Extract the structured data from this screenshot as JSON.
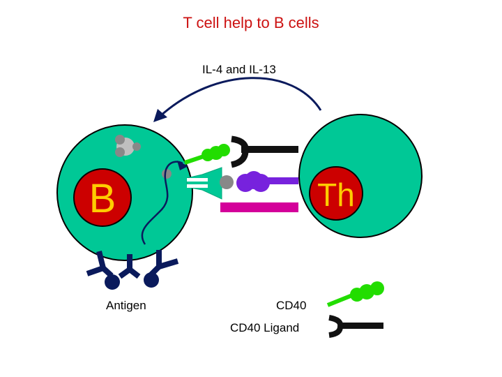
{
  "title": "T cell help to B cells",
  "cytokine_label": "IL-4 and IL-13",
  "b_cell_label": "B",
  "th_cell_label": "Th",
  "legend": {
    "antigen": "Antigen",
    "cd40": "CD40",
    "cd40_ligand": "CD40 Ligand"
  },
  "colors": {
    "cell_fill": "#00c896",
    "nucleus_fill": "#cc0000",
    "cell_letter": "#ffcc00",
    "title": "#cc1111",
    "cd40": "#22dd00",
    "cd40_ligand": "#111111",
    "mhc": "#00c896",
    "tcr": "#7722dd",
    "magenta_bar": "#d4009a",
    "antibody": "#0a1a5c",
    "arrow": "#0a1a5c"
  }
}
